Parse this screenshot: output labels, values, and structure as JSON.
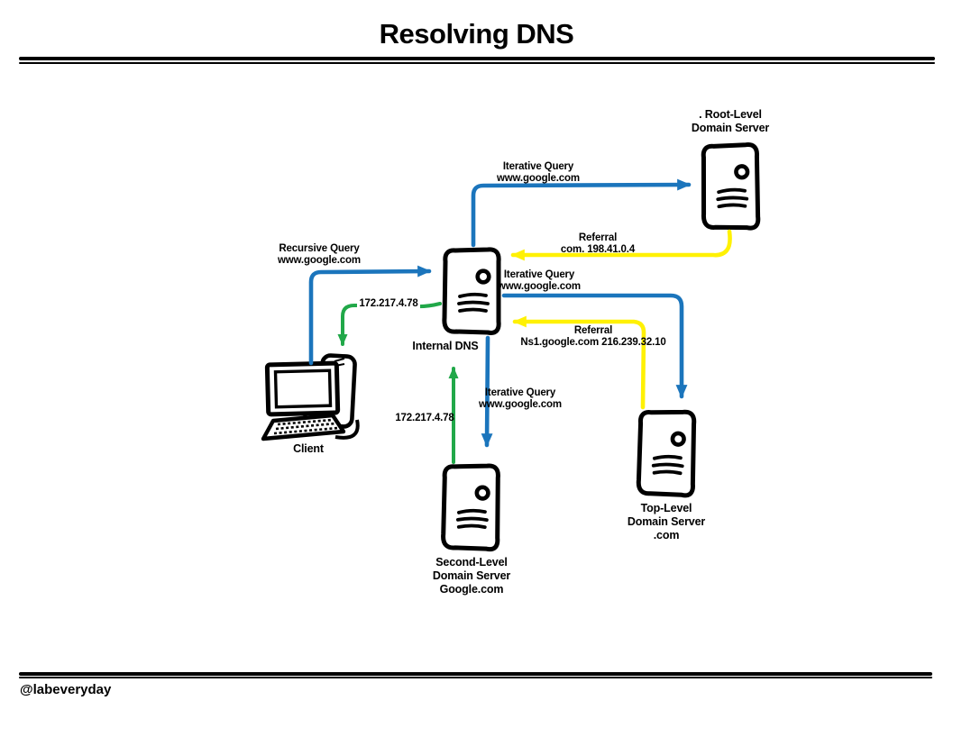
{
  "title": "Resolving DNS",
  "watermark": "@labeveryday",
  "colors": {
    "query_arrow": "#1B75BC",
    "referral_arrow": "#FFF104",
    "answer_arrow": "#21A849",
    "ink": "#000000"
  },
  "nodes": {
    "root_server": {
      "lines": [
        ". Root-Level",
        "Domain Server"
      ]
    },
    "internal_dns": {
      "lines": [
        "Internal DNS"
      ]
    },
    "client": {
      "lines": [
        "Client"
      ]
    },
    "tld_server": {
      "lines": [
        "Top-Level",
        "Domain Server",
        ".com"
      ]
    },
    "sld_server": {
      "lines": [
        "Second-Level",
        "Domain Server",
        "Google.com"
      ]
    }
  },
  "edges": {
    "recursive_query": {
      "lines": [
        "Recursive Query",
        "www.google.com"
      ]
    },
    "iterative_query_root": {
      "lines": [
        "Iterative Query",
        "www.google.com"
      ]
    },
    "referral_root": {
      "lines": [
        "Referral",
        "com. 198.41.0.4"
      ]
    },
    "iterative_query_tld": {
      "lines": [
        "Iterative Query",
        "www.google.com"
      ]
    },
    "referral_tld": {
      "lines": [
        "Referral",
        "Ns1.google.com 216.239.32.10"
      ]
    },
    "iterative_query_sld": {
      "lines": [
        "Iterative Query",
        "www.google.com"
      ]
    },
    "answer_to_dns": {
      "lines": [
        "172.217.4.78"
      ]
    },
    "answer_to_client": {
      "lines": [
        "172.217.4.78"
      ]
    }
  }
}
